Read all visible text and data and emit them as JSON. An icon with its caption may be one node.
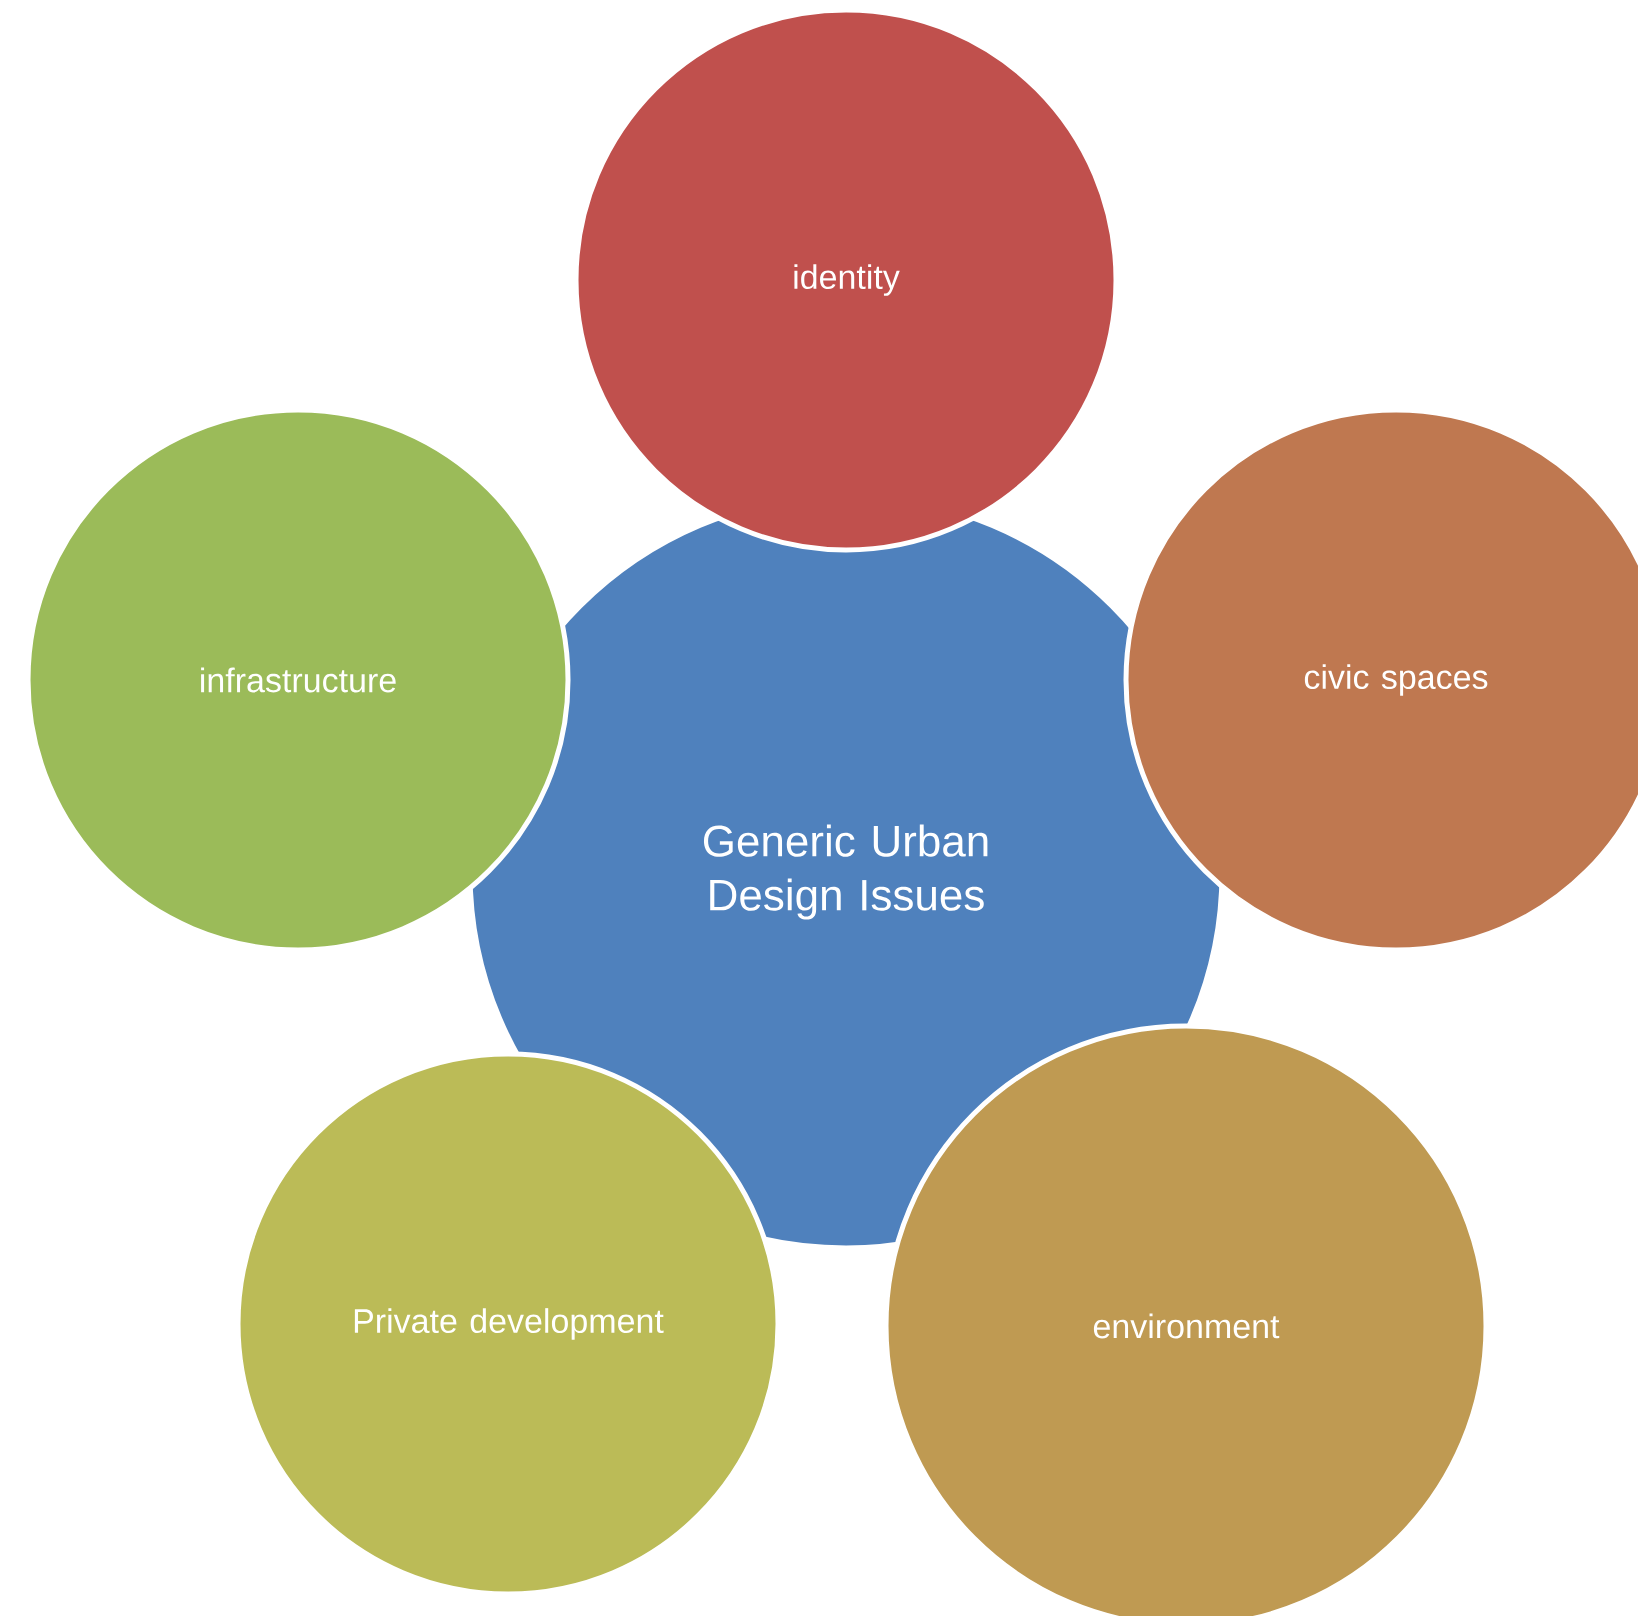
{
  "diagram": {
    "nodes": [
      {
        "text": [
          "Generic Urban Design Issues"
        ]
      },
      {
        "text": [
          "identity"
        ]
      },
      {
        "text": [
          "infrastructure"
        ]
      },
      {
        "text": [
          "civic spaces"
        ]
      },
      {
        "text": [
          "Private development"
        ]
      },
      {
        "text": [
          "environment"
        ]
      }
    ]
  }
}
